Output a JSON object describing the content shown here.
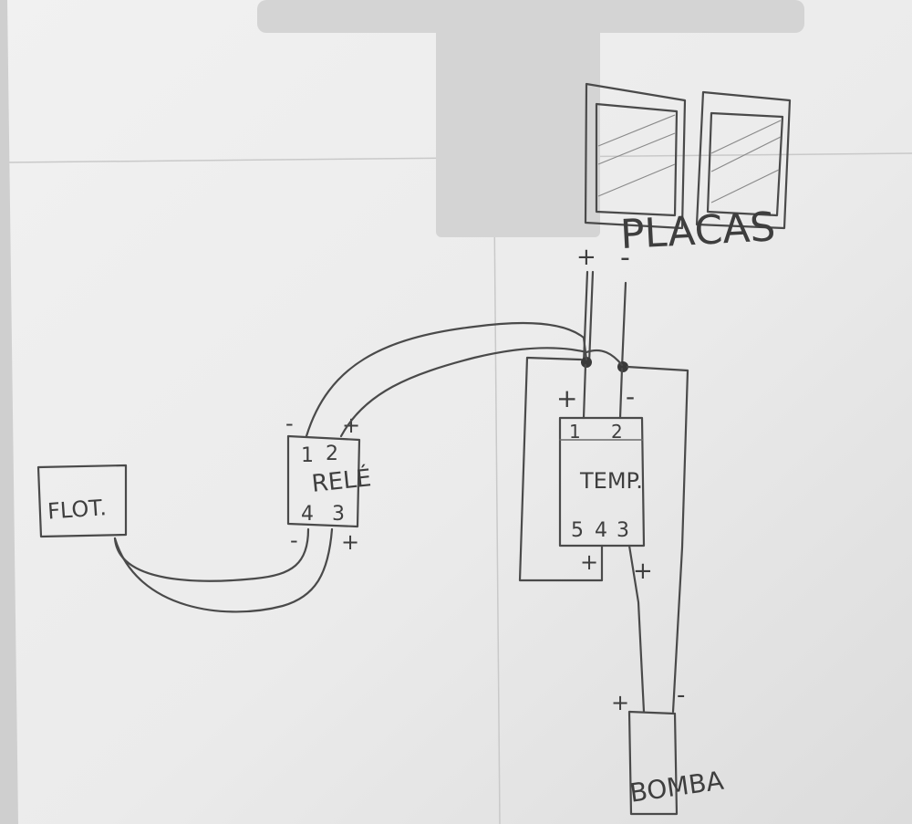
{
  "components": {
    "placas": {
      "label": "PLACAS",
      "pos": "+",
      "neg": "-"
    },
    "rele": {
      "label": "RELÉ",
      "pin1": "1",
      "pin2": "2",
      "pin4": "4",
      "pin3": "3",
      "top_neg": "-",
      "top_pos": "+",
      "bot_neg": "-",
      "bot_pos": "+"
    },
    "flot": {
      "label": "FLOT."
    },
    "temp": {
      "label": "TEMP.",
      "pin1": "1",
      "pin2": "2",
      "pin5": "5",
      "pin4": "4",
      "pin3": "3",
      "top_pos": "+",
      "top_neg": "-",
      "bot_pos_left": "+",
      "bot_pos_right": "+"
    },
    "bomba": {
      "label": "BOMBA",
      "pos": "+",
      "neg": "-"
    }
  },
  "colors": {
    "paper": "#ececec",
    "paper_shadow": "#d6d6d6",
    "ink": "#4a4a4a",
    "redaction": "#cfcfcf"
  }
}
